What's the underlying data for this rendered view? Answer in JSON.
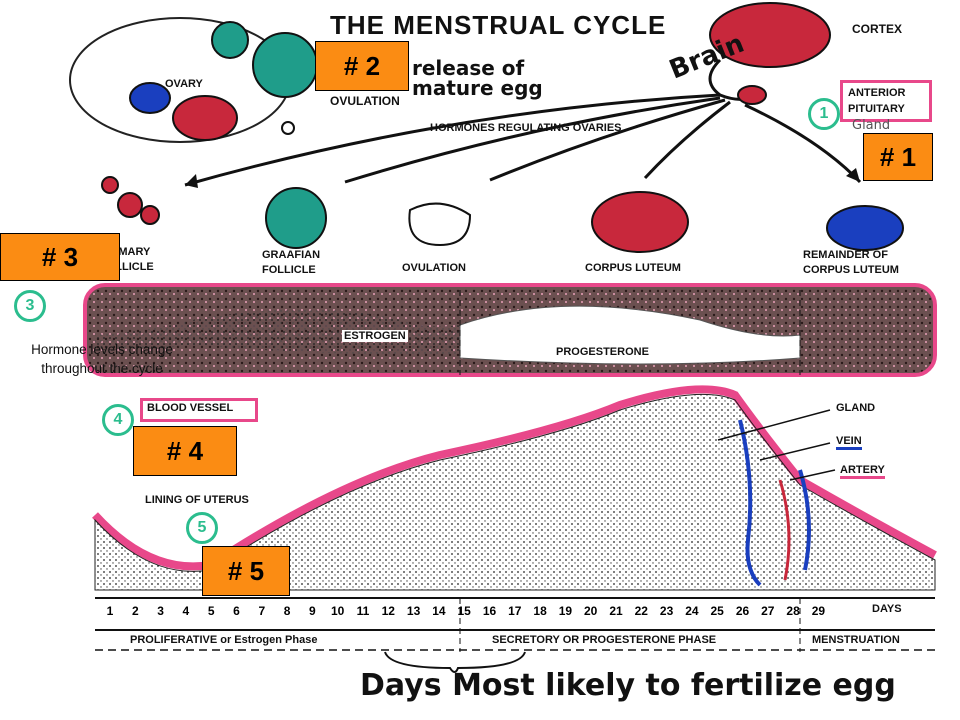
{
  "title": "THE MENSTRUAL CYCLE",
  "brain": {
    "handwritten": "Brain",
    "cortex": "CORTEX",
    "anterior_pituitary": "ANTERIOR PITUITARY",
    "gland_note": "Gland"
  },
  "top": {
    "ovary": "OVARY",
    "ovulation": "OVULATION",
    "release_note": "release of mature egg",
    "hormones": "HORMONES REGULATING OVARIES"
  },
  "stages": {
    "primary_follicle": "PRIMARY FOLLICLE",
    "graafian_follicle": "GRAAFIAN FOLLICLE",
    "ovulation": "OVULATION",
    "corpus_luteum": "CORPUS LUTEUM",
    "remainder": "REMAINDER OF CORPUS LUTEUM"
  },
  "vessel": {
    "estrogen": "ESTROGEN",
    "progesterone": "PROGESTERONE",
    "blood_vessel": "BLOOD VESSEL",
    "overlay_note": "Hormone levels change throughout the cycle"
  },
  "uterus": {
    "lining": "LINING OF UTERUS",
    "gland": "GLAND",
    "vein": "VEIN",
    "artery": "ARTERY"
  },
  "numbers": {
    "one": "1",
    "three": "3",
    "four": "4",
    "five": "5"
  },
  "badges": {
    "b1": "# 1",
    "b2": "# 2",
    "b3": "# 3",
    "b4": "# 4",
    "b5": "# 5"
  },
  "days": [
    "1",
    "2",
    "3",
    "4",
    "5",
    "6",
    "7",
    "8",
    "9",
    "10",
    "11",
    "12",
    "13",
    "14",
    "15",
    "16",
    "17",
    "18",
    "19",
    "20",
    "21",
    "22",
    "23",
    "24",
    "25",
    "26",
    "27",
    "28",
    "29"
  ],
  "days_label": "DAYS",
  "phases": {
    "proliferative": "PROLIFERATIVE or Estrogen Phase",
    "secretory": "SECRETORY OR PROGESTERONE PHASE",
    "menstruation": "MENSTRUATION"
  },
  "fertile_note": "Days Most likely to fertilize egg",
  "colors": {
    "pink": "#e8488a",
    "teal": "#1f9d8a",
    "orange": "#fb8c13",
    "blue": "#1a3fbf",
    "red": "#c8283c"
  }
}
